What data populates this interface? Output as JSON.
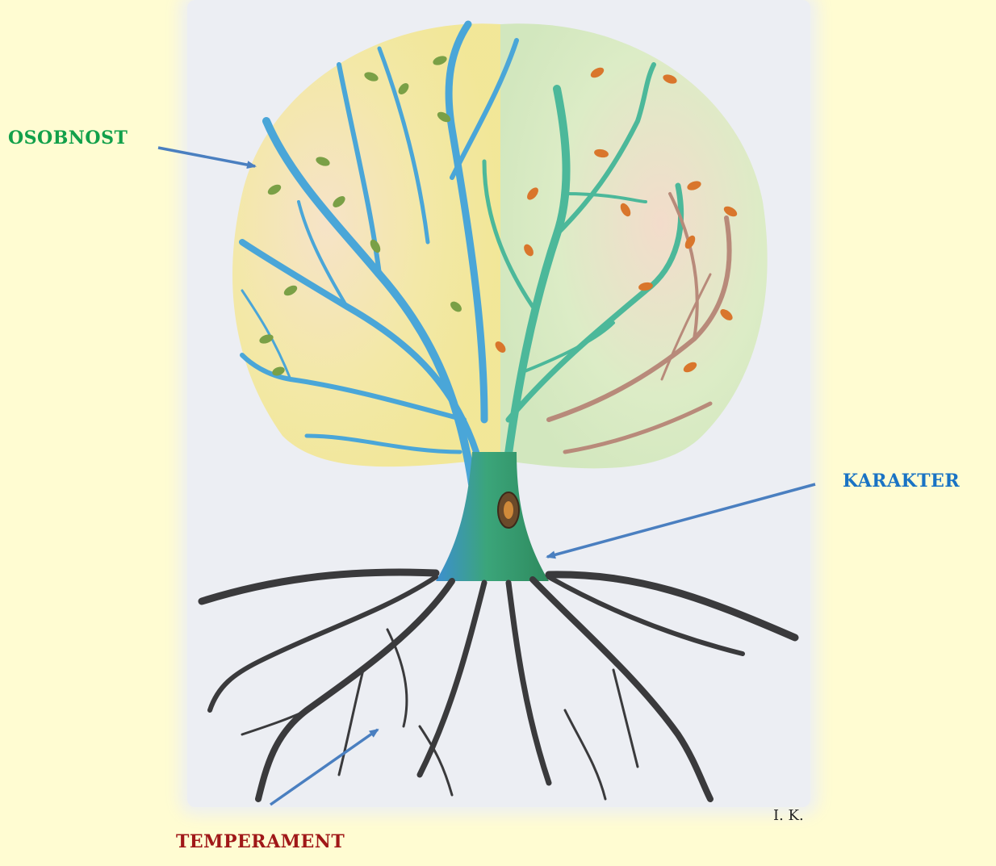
{
  "labels": {
    "osobnost": "OSOBNOST",
    "karakter": "KARAKTER",
    "temperament": "TEMPERAMENT"
  },
  "signature": "I. K.",
  "colors": {
    "background": "#fffcd2",
    "osobnost": "#12a04a",
    "karakter": "#1a73c4",
    "temperament": "#a01818",
    "arrow": "#4a7fc0",
    "crown_left": "#f2e7a0",
    "crown_right": "#d9ecc4",
    "branch_blue": "#4aa6d8",
    "branch_green": "#4cb89a",
    "branch_brown": "#b88a7a",
    "roots": "#3a3a3c"
  }
}
